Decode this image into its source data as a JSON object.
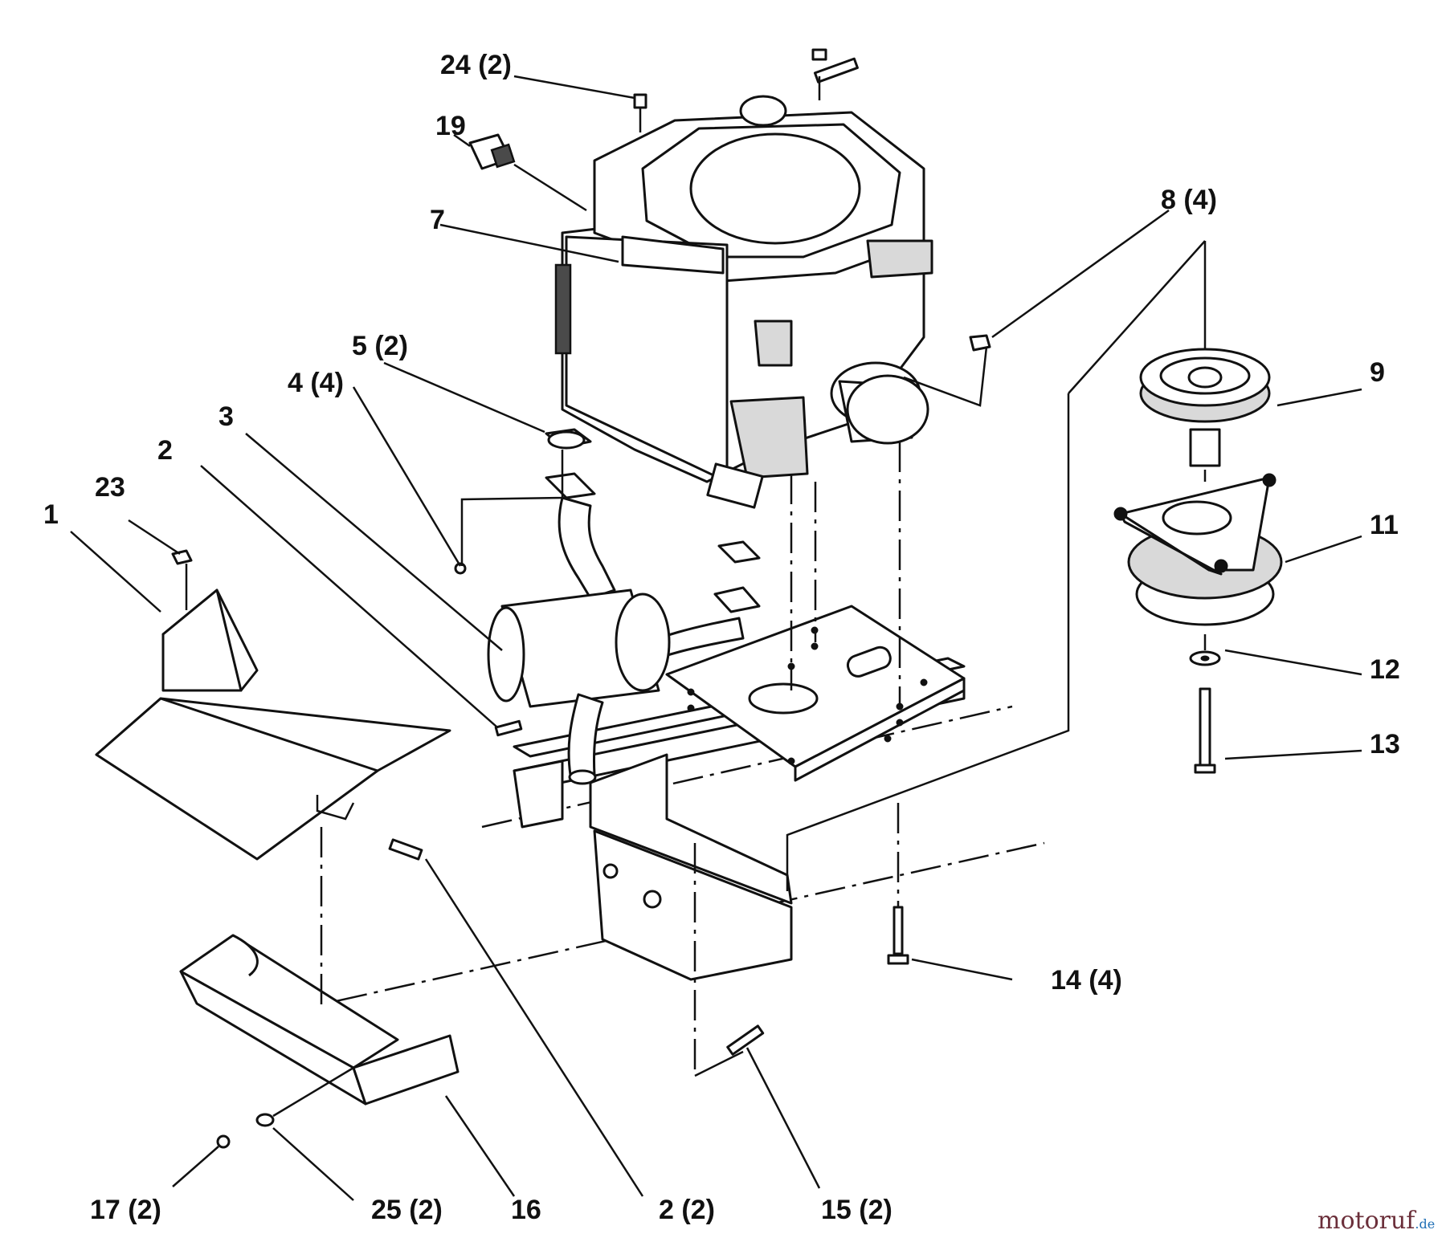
{
  "diagram": {
    "callouts": {
      "c24": "24 (2)",
      "c19": "19",
      "c7": "7",
      "c8": "8 (4)",
      "c5": "5 (2)",
      "c4": "4 (4)",
      "c3": "3",
      "c2": "2",
      "c23": "23",
      "c1": "1",
      "c9": "9",
      "c11": "11",
      "c12": "12",
      "c13": "13",
      "c14": "14 (4)",
      "c15": "15 (2)",
      "c16": "16",
      "c17": "17 (2)",
      "c25": "25 (2)",
      "c2b": "2 (2)"
    },
    "watermark": {
      "brand": "motoruf",
      "suffix": ".de",
      "brand_color": "#6b2f3a",
      "suffix_color": "#1f6fb5"
    }
  }
}
